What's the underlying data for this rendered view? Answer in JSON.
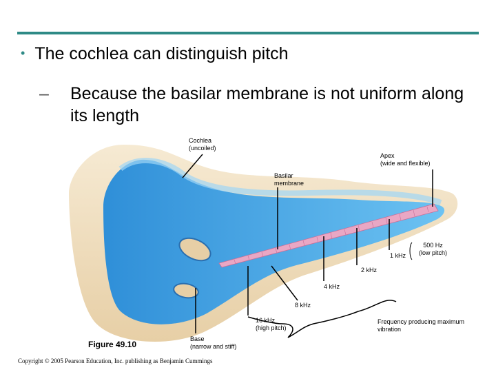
{
  "bullet": {
    "text": "The cochlea can distinguish pitch"
  },
  "sub": {
    "dash": "–",
    "text": "Because the basilar membrane is not uniform along its length"
  },
  "labels": {
    "cochlea_line1": "Cochlea",
    "cochlea_line2": "(uncoiled)",
    "apex_line1": "Apex",
    "apex_line2": "(wide and flexible)",
    "basilar_line1": "Basilar",
    "basilar_line2": "membrane",
    "hz500_line1": "500 Hz",
    "hz500_line2": "(low pitch)",
    "khz1": "1 kHz",
    "khz2": "2 kHz",
    "khz4": "4 kHz",
    "khz8": "8 kHz",
    "khz16_line1": "16 kHz",
    "khz16_line2": "(high pitch)",
    "freq_line1": "Frequency producing maximum",
    "freq_line2": "vibration",
    "base_line1": "Base",
    "base_line2": "(narrow and stiff)"
  },
  "figure_label": "Figure 49.10",
  "copyright": "Copyright © 2005 Pearson Education, Inc. publishing as Benjamin Cummings",
  "colors": {
    "accent": "#2e8a86",
    "membrane": "#e9a7c4",
    "fluid": "#3a9ee0"
  }
}
